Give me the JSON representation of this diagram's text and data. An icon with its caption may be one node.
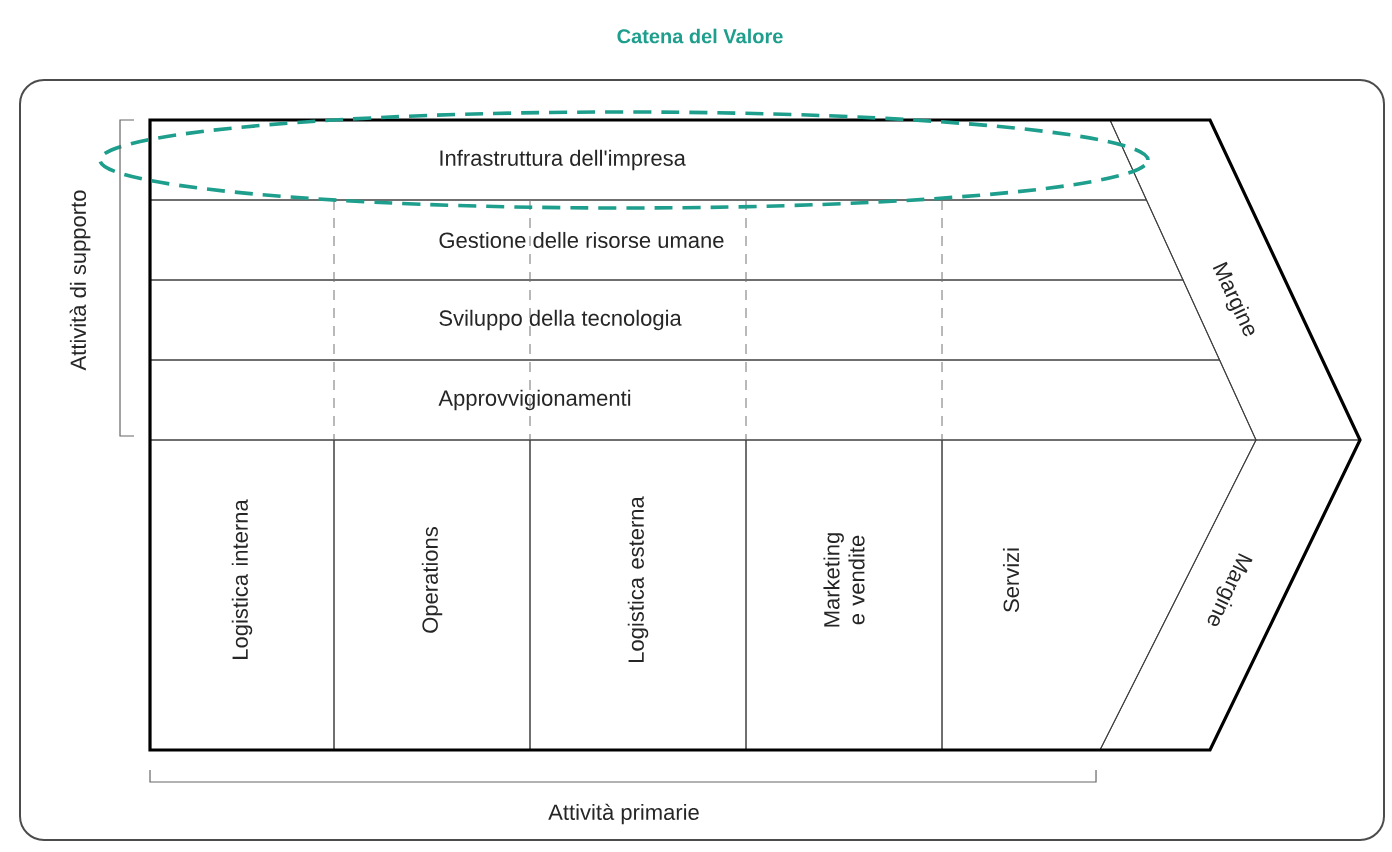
{
  "diagram": {
    "title": "Catena del Valore",
    "nodes": [
      {
        "text": [
          "Infrastruttura dell'impresa"
        ]
      },
      {
        "text": [
          "Gestione delle risorse umane"
        ]
      },
      {
        "text": [
          "Sviluppo della tecnologia"
        ]
      },
      {
        "text": [
          "Approvvigionamenti"
        ]
      },
      {
        "text": [
          "Logistica interna"
        ]
      },
      {
        "text": [
          "Operations"
        ]
      },
      {
        "text": [
          "Logistica esterna"
        ]
      },
      {
        "text": [
          "Marketing e vendite"
        ]
      },
      {
        "text": [
          "Servizi"
        ]
      },
      {
        "text": [
          "Margine"
        ]
      },
      {
        "text": [
          "Margine"
        ]
      }
    ],
    "labels": [
      "Attività di supporto",
      "Attività primarie"
    ]
  }
}
